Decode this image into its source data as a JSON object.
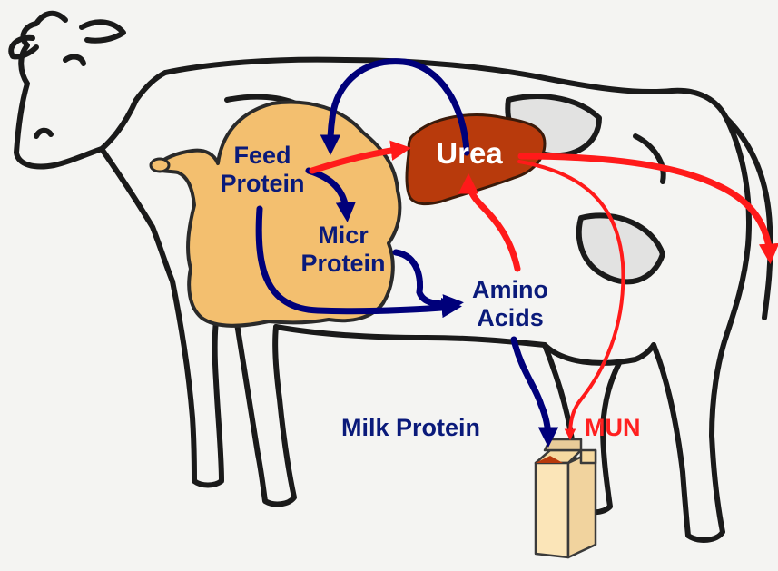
{
  "labels": {
    "feed_line1": "Feed",
    "feed_line2": "Protein",
    "micr_line1": "Micr",
    "micr_line2": "Protein",
    "urea": "Urea",
    "amino_line1": "Amino",
    "amino_line2": "Acids",
    "milk_protein": "Milk Protein",
    "mun": "MUN"
  },
  "colors": {
    "background": "#f4f4f2",
    "cow_outline": "#1a1a1a",
    "rumen_fill": "#f3bf6f",
    "liver_fill": "#b83a0c",
    "protein_arrow": "#00007a",
    "urea_arrow": "#ff1a1a",
    "protein_text": "#0a1a7a",
    "urea_text": "#ffffff",
    "mun_text": "#ff2020",
    "carton_fill": "#fbe5b8",
    "carton_top": "#b83a0c"
  },
  "icons": {
    "cow": "cow-outline-icon",
    "rumen": "rumen-shape",
    "liver": "liver-shape",
    "carton": "milk-carton-icon"
  }
}
